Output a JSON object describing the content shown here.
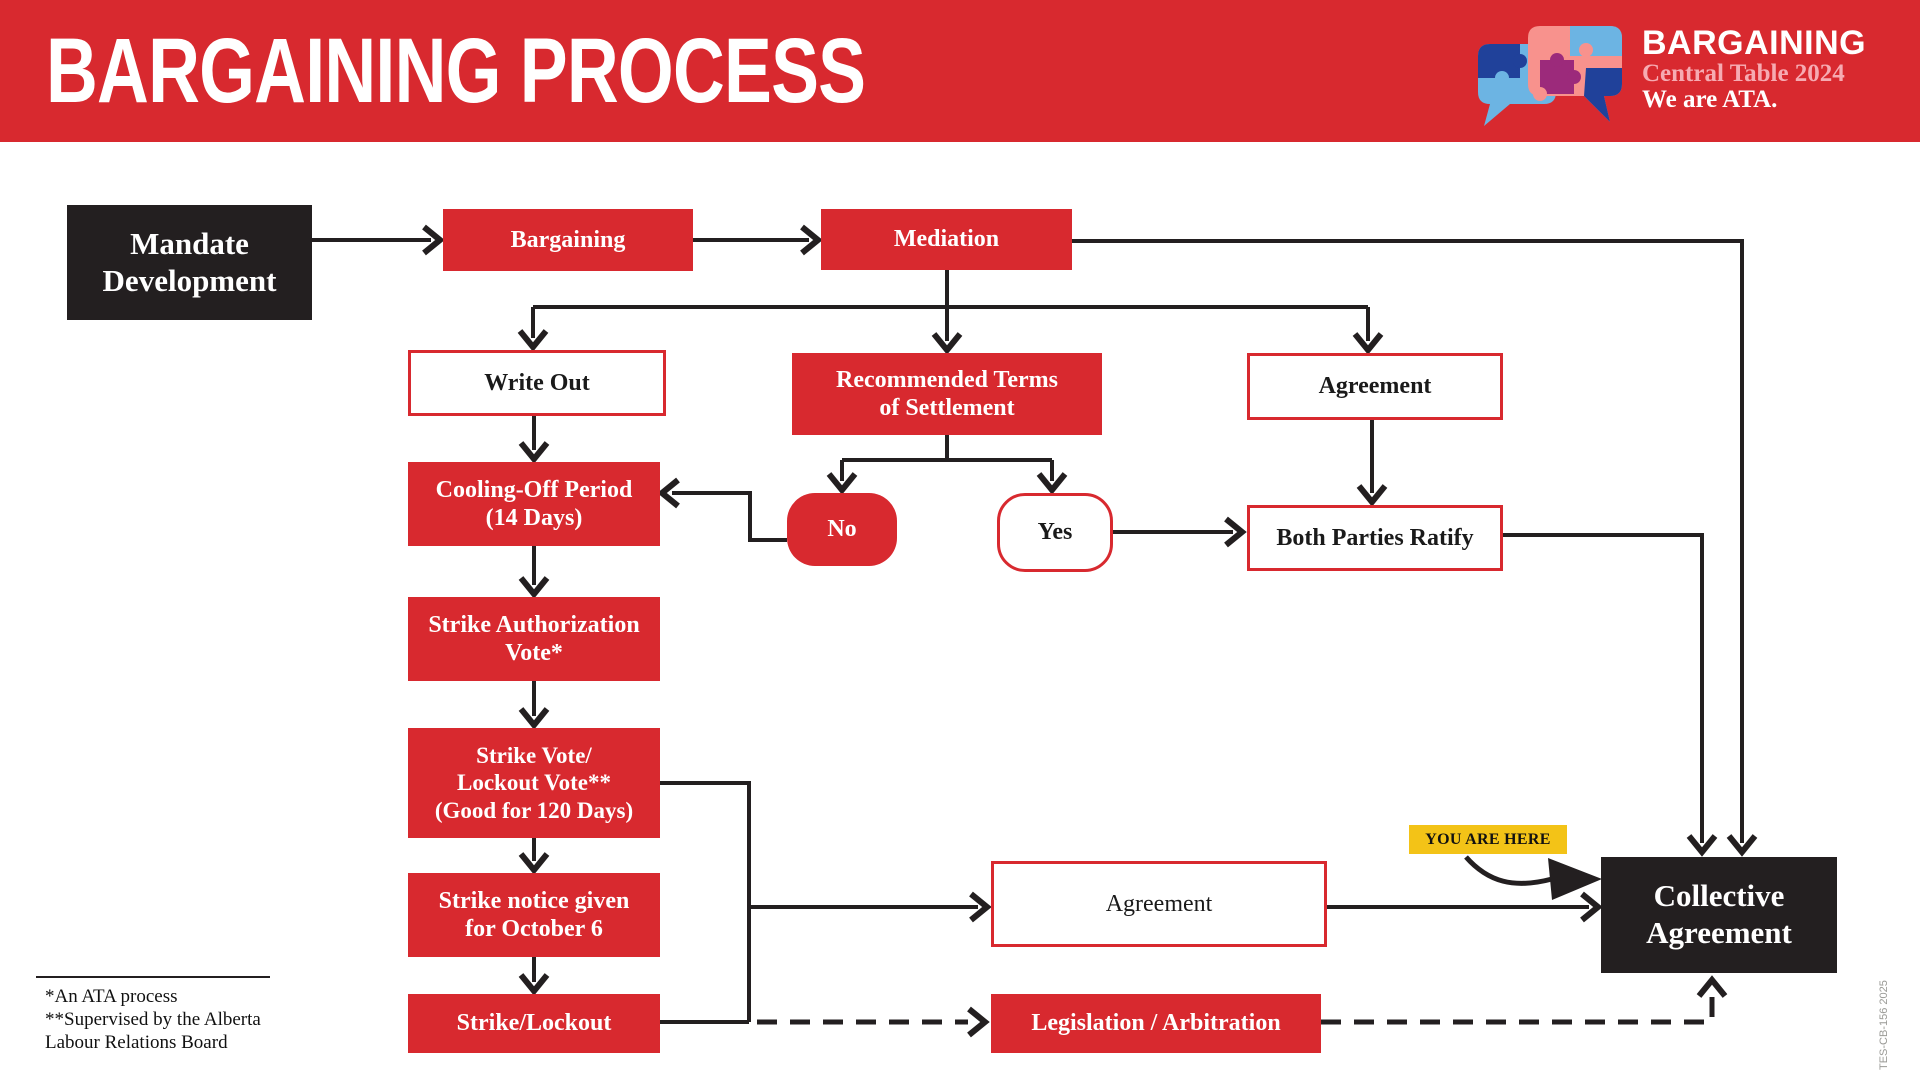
{
  "header": {
    "title": "BARGAINING PROCESS",
    "logo": {
      "line1": "BARGAINING",
      "line2": "Central Table 2024",
      "line3": "We are ATA."
    }
  },
  "nodes": {
    "mandate": {
      "label": "Mandate\nDevelopment"
    },
    "bargaining": {
      "label": "Bargaining"
    },
    "mediation": {
      "label": "Mediation"
    },
    "write_out": {
      "label": "Write Out"
    },
    "rts": {
      "label": "Recommended Terms\nof Settlement"
    },
    "agreement_top": {
      "label": "Agreement"
    },
    "cooling": {
      "label": "Cooling-Off Period\n(14 Days)"
    },
    "no": {
      "label": "No"
    },
    "yes": {
      "label": "Yes"
    },
    "both_ratify": {
      "label": "Both Parties Ratify"
    },
    "strike_auth": {
      "label": "Strike Authorization\nVote*"
    },
    "strike_vote": {
      "label": "Strike Vote/\nLockout Vote**\n(Good for 120 Days)"
    },
    "strike_notice": {
      "label": "Strike notice given\nfor October 6"
    },
    "strike_lockout": {
      "label": "Strike/Lockout"
    },
    "agreement_mid": {
      "label": "Agreement"
    },
    "legislation": {
      "label": "Legislation / Arbitration"
    },
    "collective": {
      "label": "Collective\nAgreement"
    }
  },
  "badge": {
    "label": "YOU ARE HERE"
  },
  "footnotes": {
    "note1": "*An ATA process",
    "note2": "**Supervised by the Alberta\nLabour Relations Board"
  },
  "doc_code": "TES-CB-156 2025",
  "colors": {
    "red": "#D8292F",
    "black": "#231F20",
    "yellow": "#F3C317",
    "logo_dark_blue": "#20419A",
    "logo_light_blue": "#6CB4E3",
    "logo_salmon": "#F8928D",
    "logo_magenta": "#9C2A7B"
  }
}
